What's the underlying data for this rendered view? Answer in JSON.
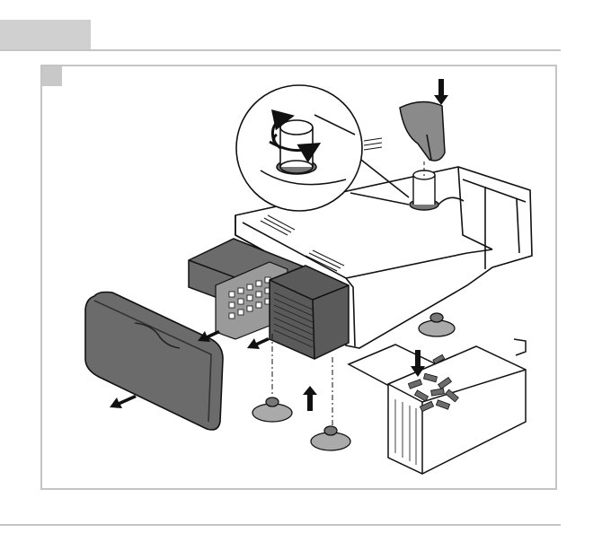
{
  "figure": {
    "step_marker": "",
    "knob_label": "",
    "colors": {
      "tab": "#d0d0d0",
      "rule": "#c4c4c4",
      "cover_fill": "#6b6b6b",
      "cartridge_fill": "#5a5a5a",
      "line": "#111111",
      "body_fill": "#ffffff"
    },
    "parts": [
      "filter-housing",
      "front-cover",
      "filter-cartridge-sponge",
      "filter-cartridge-grid",
      "flow-knob",
      "intake-funnel",
      "suction-cup",
      "media-container"
    ],
    "arrows": [
      "cover-remove-arrow",
      "cartridge-remove-arrow",
      "funnel-insert-arrow",
      "suction-cup-attach-arrow",
      "media-fill-arrow",
      "knob-rotate-arrow"
    ]
  }
}
